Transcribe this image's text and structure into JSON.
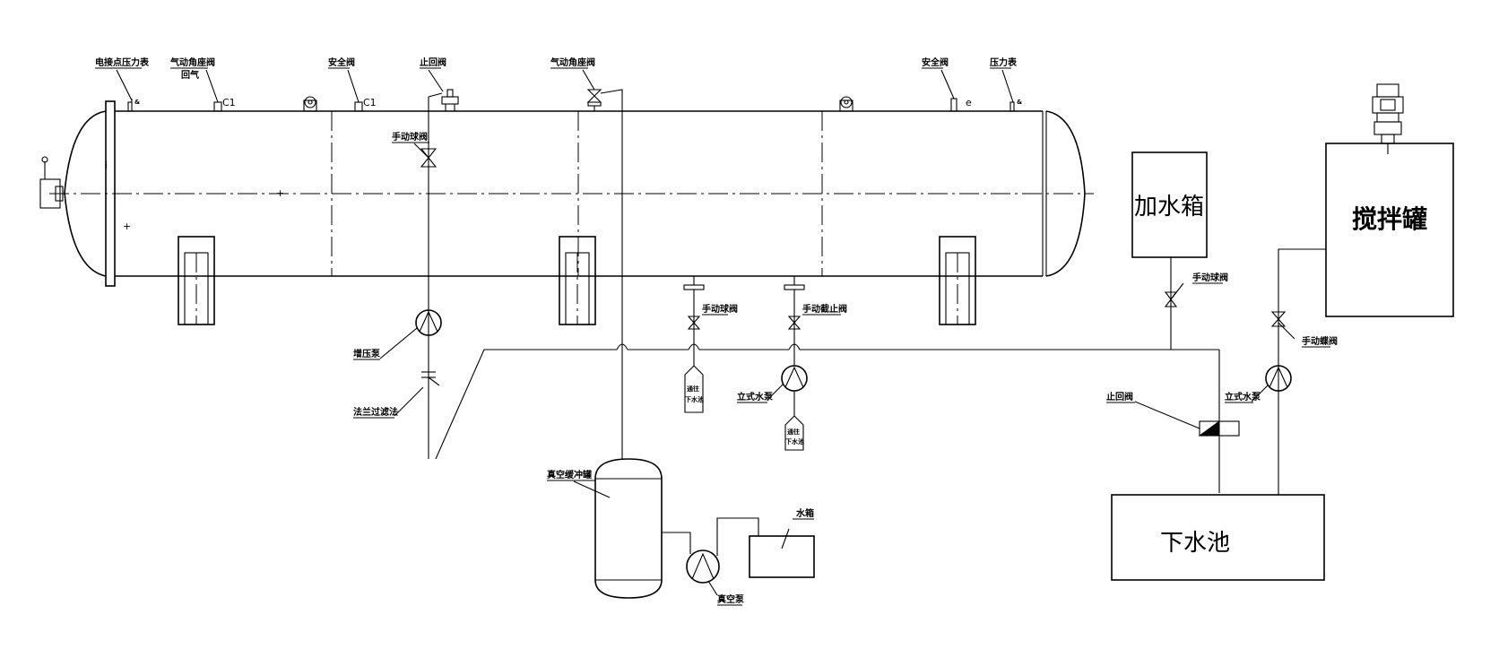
{
  "top_labels": {
    "contact_pressure_gauge": "电接点压力表",
    "pneumatic_angle_valve_1": "气动角座阀",
    "return_air": "回气",
    "safety_valve_1": "安全阀",
    "check_valve_top": "止回阀",
    "pneumatic_angle_valve_2": "气动角座阀",
    "safety_valve_2": "安全阀",
    "pressure_gauge": "压力表"
  },
  "markers": {
    "c1_a": "C1",
    "c1_b": "C1",
    "e": "e"
  },
  "piping_labels": {
    "manual_ball_valve_top": "手动球阀",
    "booster_pump": "增压泵",
    "flange_filter": "法兰过滤法",
    "manual_ball_valve_drain": "手动球阀",
    "manual_stop_valve": "手动截止阀",
    "vertical_pump_mid": "立式水泵",
    "drain_tag_1": "通往",
    "drain_tag_1b": "下水池",
    "drain_tag_2": "通往",
    "drain_tag_2b": "下水池",
    "vacuum_buffer_tank": "真空缓冲罐",
    "water_tank_small": "水箱",
    "vacuum_pump": "真空泵",
    "check_valve_right": "止回阀",
    "vertical_pump_right": "立式水泵",
    "manual_ball_valve_right": "手动球阀",
    "manual_butterfly_valve": "手动蝶阀"
  },
  "boxes": {
    "water_add_tank": "加水箱",
    "mixing_tank": "搅拌罐",
    "sewer_pool": "下水池"
  }
}
